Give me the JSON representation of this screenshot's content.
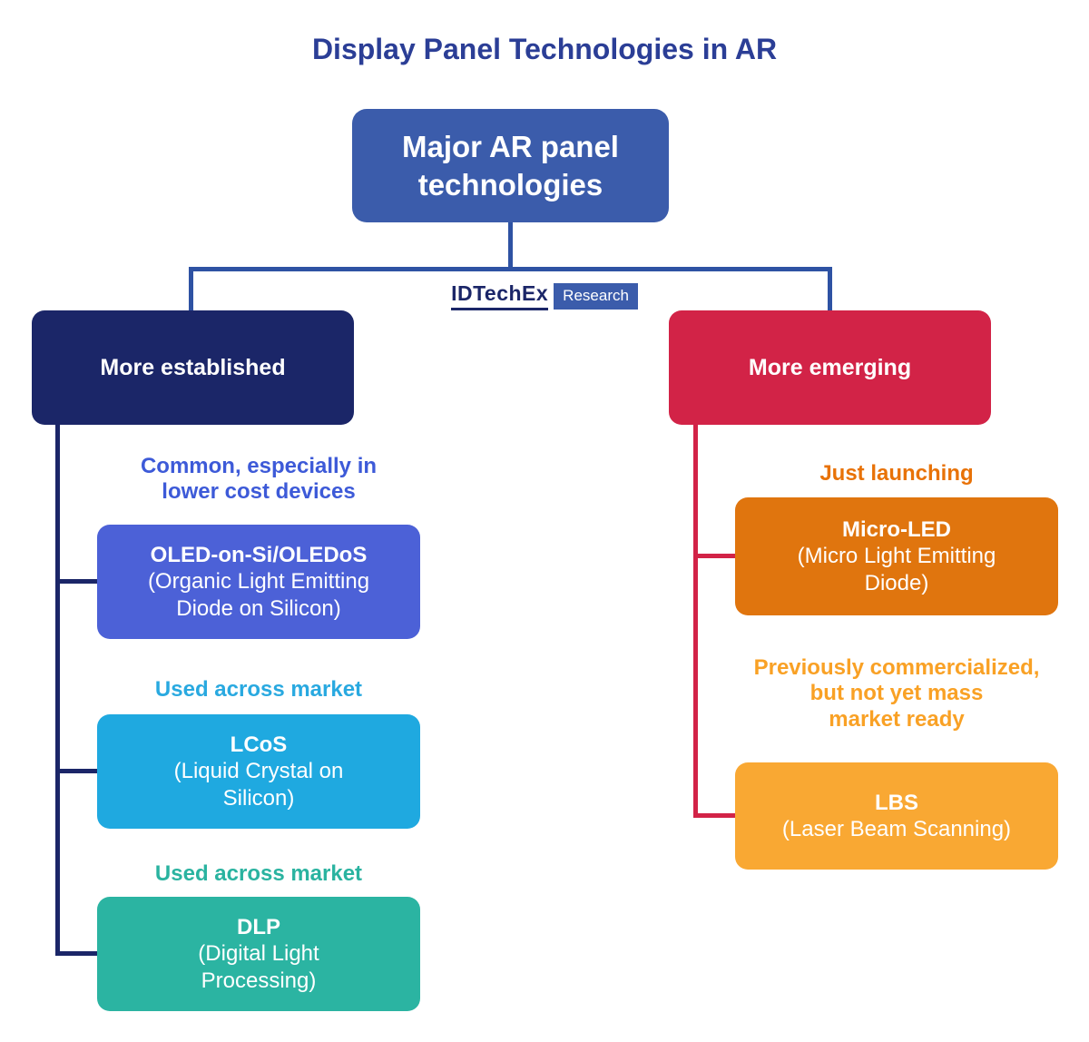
{
  "title": "Display Panel Technologies in AR",
  "logo": {
    "brand": "IDTechEx",
    "suffix": "Research"
  },
  "root": {
    "label": "Major AR panel\ntechnologies"
  },
  "branches": {
    "established": {
      "label": "More established",
      "items": [
        {
          "note": "Common, especially in\nlower cost devices",
          "title": "OLED-on-Si/OLEDoS",
          "desc": "(Organic Light Emitting\nDiode on Silicon)"
        },
        {
          "note": "Used across market",
          "title": "LCoS",
          "desc": "(Liquid Crystal on\nSilicon)"
        },
        {
          "note": "Used across market",
          "title": "DLP",
          "desc": "(Digital Light\nProcessing)"
        }
      ]
    },
    "emerging": {
      "label": "More emerging",
      "items": [
        {
          "note": "Just launching",
          "title": "Micro-LED",
          "desc": "(Micro Light Emitting\nDiode)"
        },
        {
          "note": "Previously commercialized,\nbut not yet mass\nmarket ready",
          "title": "LBS",
          "desc": "(Laser Beam Scanning)"
        }
      ]
    }
  },
  "colors": {
    "title_blue": "#2B3E96",
    "root_blue": "#3B5CAB",
    "connector_blue": "#2E52A3",
    "established_navy": "#1B2668",
    "emerging_crimson": "#D22347",
    "oled_indigo": "#4C61D7",
    "lcos_cyan": "#1FA9E0",
    "dlp_teal": "#2BB4A2",
    "microled_orange": "#E0750E",
    "lbs_amber": "#F9A833",
    "note_blue": "#3D5AD8",
    "note_cyan": "#29A9E0",
    "note_teal": "#2AB3A0",
    "note_orange": "#E87207",
    "note_amber": "#F9A125"
  }
}
